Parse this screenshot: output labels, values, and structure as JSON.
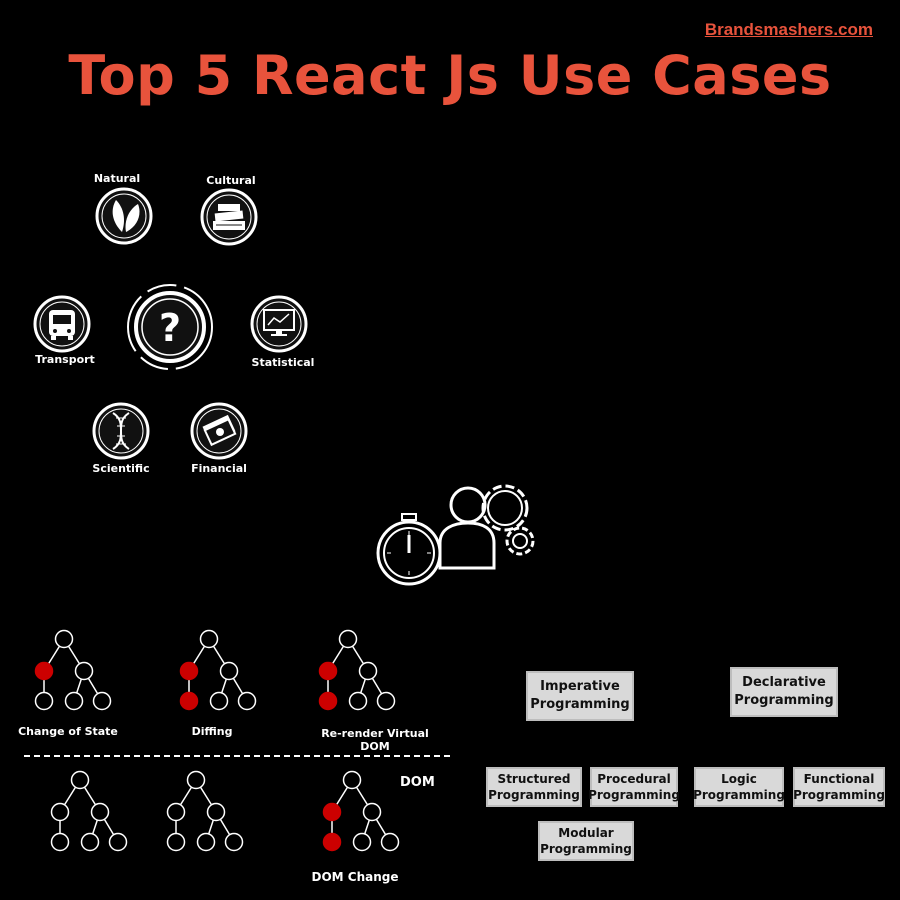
{
  "site": "Brandsmashers.com",
  "title": "Top 5 React Js Use Cases",
  "categories": {
    "natural": "Natural",
    "cultural": "Cultural",
    "transport": "Transport",
    "statistical": "Statistical",
    "scientific": "Scientific",
    "financial": "Financial"
  },
  "trees": {
    "change_of_state": "Change of State",
    "diffing": "Diffing",
    "rerender": "Re-render Virtual DOM",
    "dom": "DOM",
    "dom_change": "DOM Change"
  },
  "paradigms": {
    "imperative": "Imperative Programming",
    "declarative": "Declarative Programming",
    "structured": "Structured Programming",
    "procedural": "Procedural Programming",
    "logic": "Logic Programming",
    "functional": "Functional Programming",
    "modular": "Modular Programming"
  },
  "colors": {
    "accent": "#e8533c",
    "node_highlight": "#cc0000",
    "box_bg": "#d9d9d9"
  },
  "icons": [
    "leaf-icon",
    "books-icon",
    "bus-icon",
    "question-icon",
    "monitor-chart-icon",
    "dna-icon",
    "money-icon",
    "stopwatch-icon",
    "person-icon",
    "gears-icon"
  ]
}
